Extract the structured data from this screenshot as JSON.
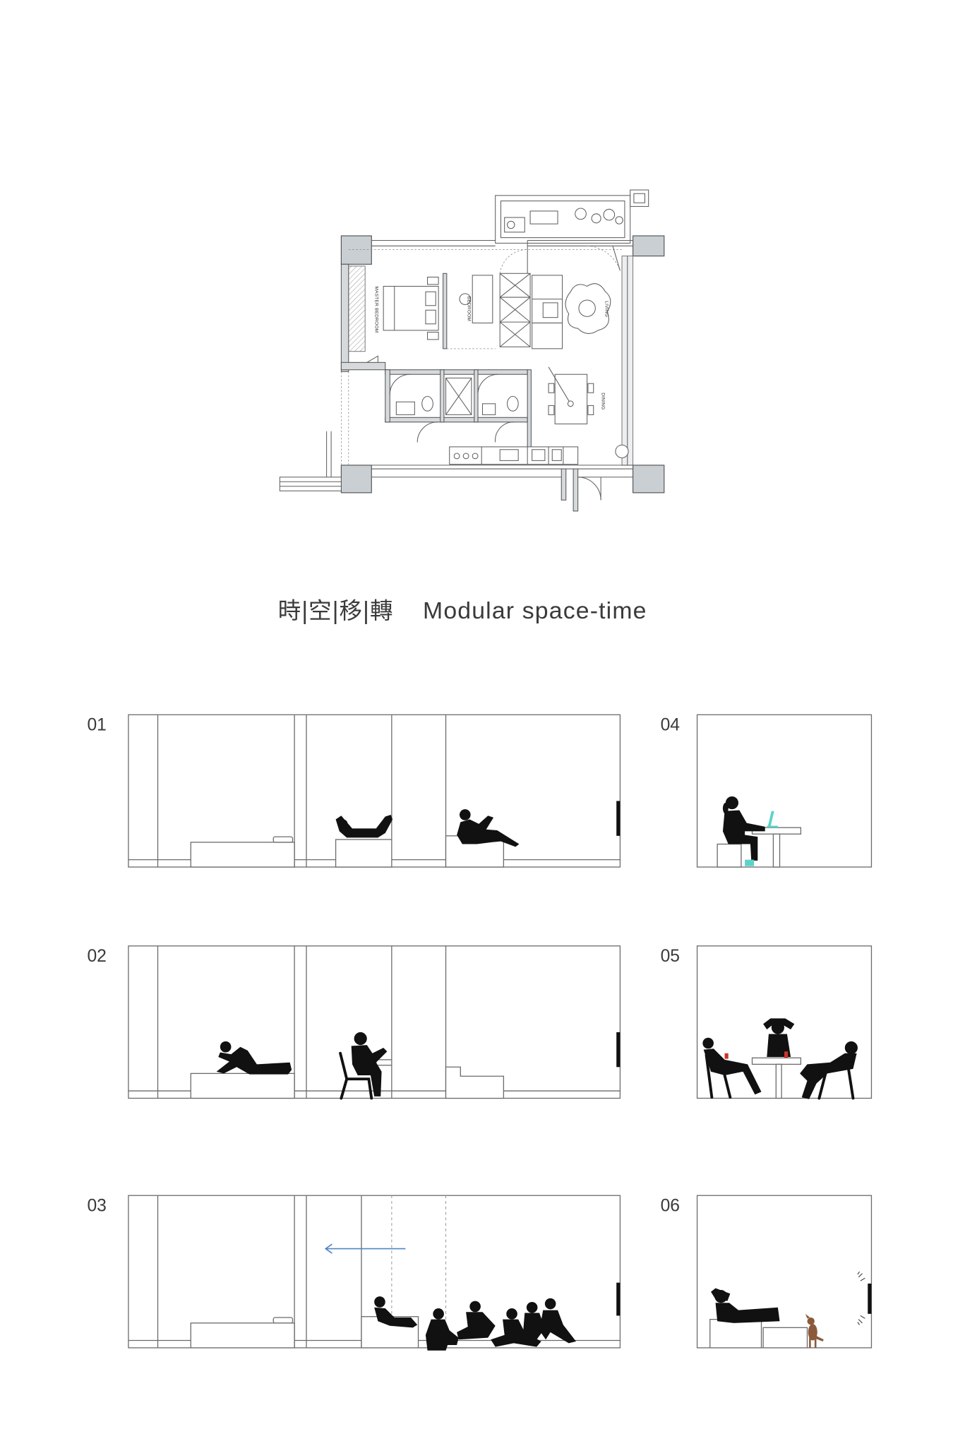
{
  "title": {
    "chinese": "時|空|移|轉",
    "english": "Modular space-time"
  },
  "floor_plan": {
    "labels": {
      "master_bedroom": "MASTER BEDROOM",
      "bedroom": "BEDROOM",
      "living": "LIVING",
      "dining": "DINING"
    }
  },
  "panels": {
    "p01": {
      "number": "01"
    },
    "p02": {
      "number": "02"
    },
    "p03": {
      "number": "03"
    },
    "p04": {
      "number": "04"
    },
    "p05": {
      "number": "05"
    },
    "p06": {
      "number": "06"
    }
  },
  "colors": {
    "column_grey": "#c9cfd3",
    "accent_cyan": "#5cd3c9",
    "arrow_blue": "#4f86c6",
    "dog_brown": "#8a5a3a",
    "glass_red": "#c8342c"
  }
}
